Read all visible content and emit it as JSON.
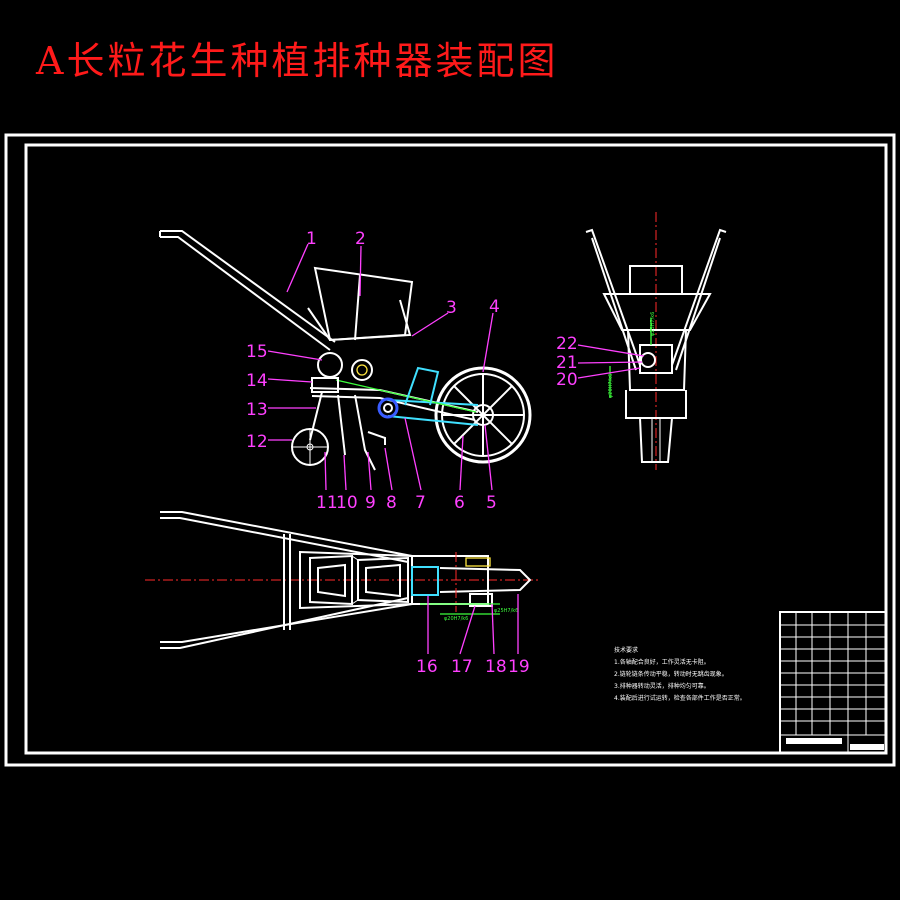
{
  "title": "A长粒花生种植排种器装配图",
  "balloons": [
    "1",
    "2",
    "3",
    "4",
    "5",
    "6",
    "7",
    "8",
    "9",
    "10",
    "11",
    "12",
    "13",
    "14",
    "15",
    "16",
    "17",
    "18",
    "19",
    "20",
    "21",
    "22"
  ],
  "notes": {
    "heading": "技术要求",
    "items": [
      "1.各轴配合良好，工作灵活无卡阻。",
      "2.链轮链条传动平稳，转动时无跳齿现象。",
      "3.排种器转动灵活，排种均匀可靠。",
      "4.装配后进行试运转，检查各部件工作是否正常。"
    ]
  },
  "dims": [
    "φ25H7/k6",
    "φ20H7/k6",
    "φ20H7/k6",
    "φ25H7/k6"
  ],
  "colors": {
    "background": "#000000",
    "title": "#ff1a1a",
    "outline": "#ffffff",
    "leader": "#ff40ff",
    "centerline": "#ff2a2a",
    "dimension": "#3cff3c",
    "chain": "#40e0ff",
    "sprocket": "#3a5cff"
  }
}
